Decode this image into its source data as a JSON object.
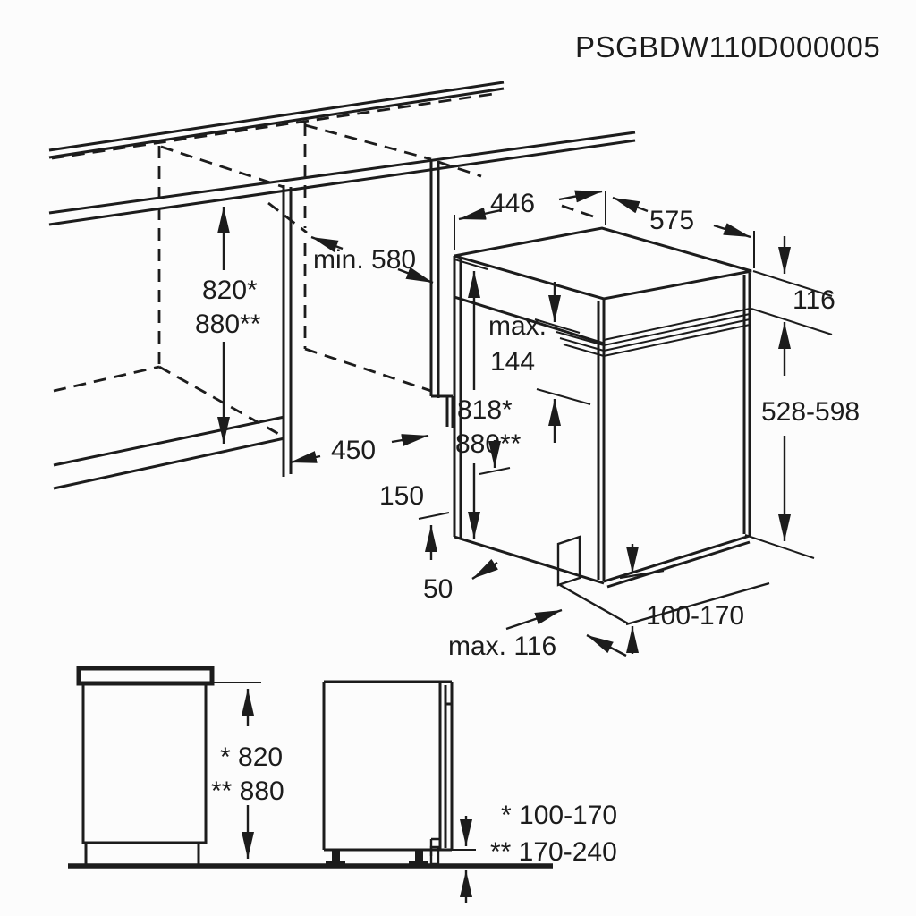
{
  "title": "PSGBDW110D000005",
  "colors": {
    "line": "#1c1c1c",
    "background": "#fcfcfc"
  },
  "isometric_view": {
    "niche": {
      "height_line1": "820*",
      "height_line2": "880**",
      "depth": "min. 580",
      "width": "450"
    },
    "appliance": {
      "width": "446",
      "depth": "575",
      "worktop_gap": "116",
      "lid_clearance_line1": "max.",
      "lid_clearance_line2": "144",
      "height_line1": "818*",
      "height_line2": "880**",
      "door_height": "528-598",
      "hose_height": "150",
      "hose_offset": "50",
      "plinth_recess": "max. 116",
      "plinth_height": "100-170"
    }
  },
  "front_view": {
    "height_standard": "* 820",
    "height_raised": "** 880"
  },
  "side_view": {
    "plinth_standard": "* 100-170",
    "plinth_raised": "** 170-240"
  }
}
